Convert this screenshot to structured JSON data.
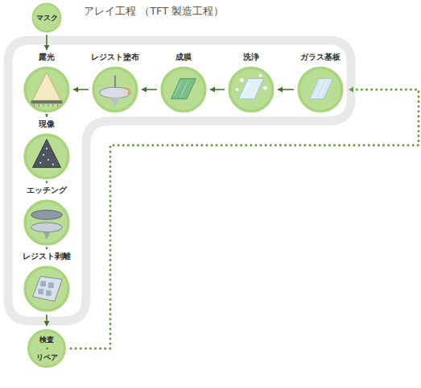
{
  "diagram": {
    "title": "アレイ工程 （TFT 製造工程）",
    "nodes": [
      {
        "text": [
          "マスク"
        ]
      },
      {
        "text": [
          "ガラス基板"
        ]
      },
      {
        "text": [
          "洗浄"
        ]
      },
      {
        "text": [
          "成膜"
        ]
      },
      {
        "text": [
          "レジスト塗布"
        ]
      },
      {
        "text": [
          "露光"
        ]
      },
      {
        "text": [
          "現像"
        ]
      },
      {
        "text": [
          "エッチング"
        ]
      },
      {
        "text": [
          "レジスト剥離"
        ]
      },
      {
        "text": [
          "検査 ・ リペア"
        ]
      }
    ],
    "edges": [
      {
        "from": 0,
        "to": 5,
        "arrow": "to"
      },
      {
        "from": 1,
        "to": 2,
        "arrow": "to"
      },
      {
        "from": 2,
        "to": 3,
        "arrow": "to"
      },
      {
        "from": 3,
        "to": 4,
        "arrow": "to"
      },
      {
        "from": 4,
        "to": 5,
        "arrow": "to"
      },
      {
        "from": 5,
        "to": 6,
        "arrow": "to"
      },
      {
        "from": 6,
        "to": 7,
        "arrow": "to"
      },
      {
        "from": 7,
        "to": 8,
        "arrow": "to"
      },
      {
        "from": 8,
        "to": 9,
        "arrow": "to"
      },
      {
        "from": 9,
        "to": 1,
        "arrow": "to"
      }
    ]
  }
}
